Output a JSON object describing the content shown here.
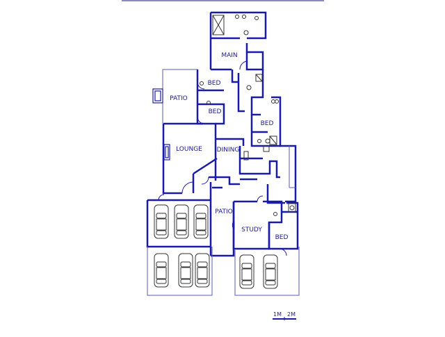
{
  "plan": {
    "rooms": {
      "main": "MAIN",
      "bed_upper": "BED",
      "bed_middle": "BED",
      "bed_right": "BED",
      "bed_study": "BED",
      "patio_left": "PATIO",
      "patio_center": "PATIO",
      "lounge": "LOUNGE",
      "dining": "DINING",
      "study": "STUDY"
    },
    "scale": {
      "first": "1M",
      "second": "2M"
    }
  },
  "colors": {
    "wall": "#1a1aa8",
    "thin_line": "#5a5ab0",
    "fixture": "#333333",
    "background": "#ffffff"
  }
}
